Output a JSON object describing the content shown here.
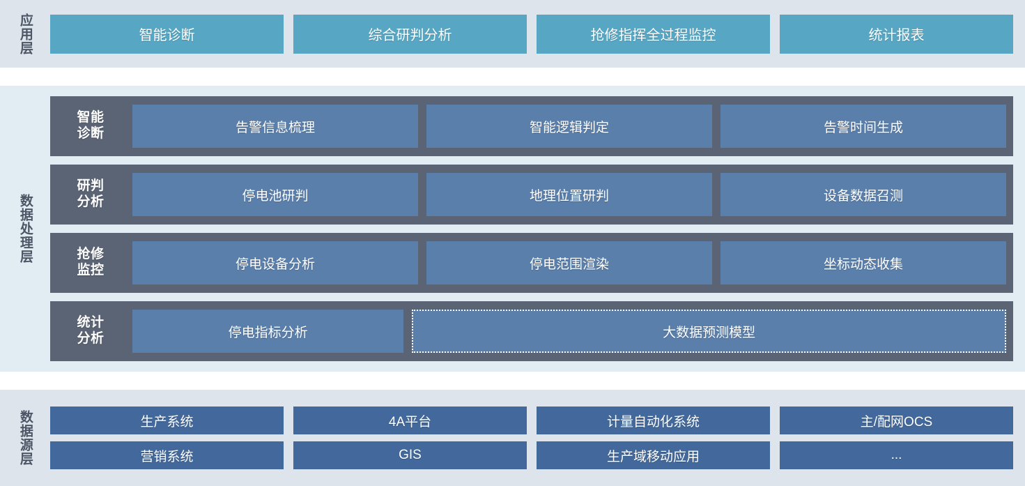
{
  "layers": {
    "application": {
      "label": "应用层",
      "accent_color": "#57a7c4",
      "background_color": "#dee4eb",
      "boxes": [
        {
          "label": "智能诊断"
        },
        {
          "label": "综合研判分析"
        },
        {
          "label": "抢修指挥全过程监控"
        },
        {
          "label": "统计报表"
        }
      ]
    },
    "processing": {
      "label": "数据处理层",
      "accent_color": "#5b7fab",
      "row_color": "#5b6474",
      "background_color": "#e1edf3",
      "rows": [
        {
          "label": "智能\n诊断",
          "label_line1": "智能",
          "label_line2": "诊断",
          "items": [
            {
              "label": "告警信息梳理",
              "style": "solid"
            },
            {
              "label": "智能逻辑判定",
              "style": "solid"
            },
            {
              "label": "告警时间生成",
              "style": "solid"
            }
          ]
        },
        {
          "label_line1": "研判",
          "label_line2": "分析",
          "items": [
            {
              "label": "停电池研判",
              "style": "solid"
            },
            {
              "label": "地理位置研判",
              "style": "solid"
            },
            {
              "label": "设备数据召测",
              "style": "solid"
            }
          ]
        },
        {
          "label_line1": "抢修",
          "label_line2": "监控",
          "items": [
            {
              "label": "停电设备分析",
              "style": "solid"
            },
            {
              "label": "停电范围渲染",
              "style": "solid"
            },
            {
              "label": "坐标动态收集",
              "style": "solid"
            }
          ]
        },
        {
          "label_line1": "统计",
          "label_line2": "分析",
          "items": [
            {
              "label": "停电指标分析",
              "style": "solid"
            },
            {
              "label": "大数据预测模型",
              "style": "dashed"
            }
          ]
        }
      ]
    },
    "datasource": {
      "label": "数据源层",
      "accent_color": "#43699c",
      "background_color": "#dee4eb",
      "rows": [
        [
          {
            "label": "生产系统"
          },
          {
            "label": "4A平台"
          },
          {
            "label": "计量自动化系统"
          },
          {
            "label": "主/配网OCS"
          }
        ],
        [
          {
            "label": "营销系统"
          },
          {
            "label": "GIS"
          },
          {
            "label": "生产域移动应用"
          },
          {
            "label": "..."
          }
        ]
      ]
    }
  }
}
